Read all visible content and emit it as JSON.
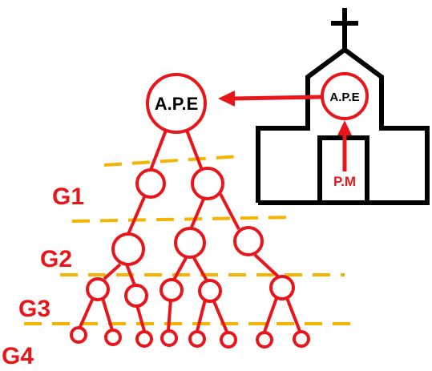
{
  "colors": {
    "tree": "#e8151b",
    "level_lines": "#f5b400",
    "church": "#000000",
    "background": "#ffffff"
  },
  "root_node": {
    "label": "A.P.E"
  },
  "church": {
    "inner_label": "A.P.E",
    "door_label": "P.M",
    "icon": "church-with-cross-icon"
  },
  "generations": [
    {
      "label": "G1"
    },
    {
      "label": "G2"
    },
    {
      "label": "G3"
    },
    {
      "label": "G4"
    }
  ]
}
